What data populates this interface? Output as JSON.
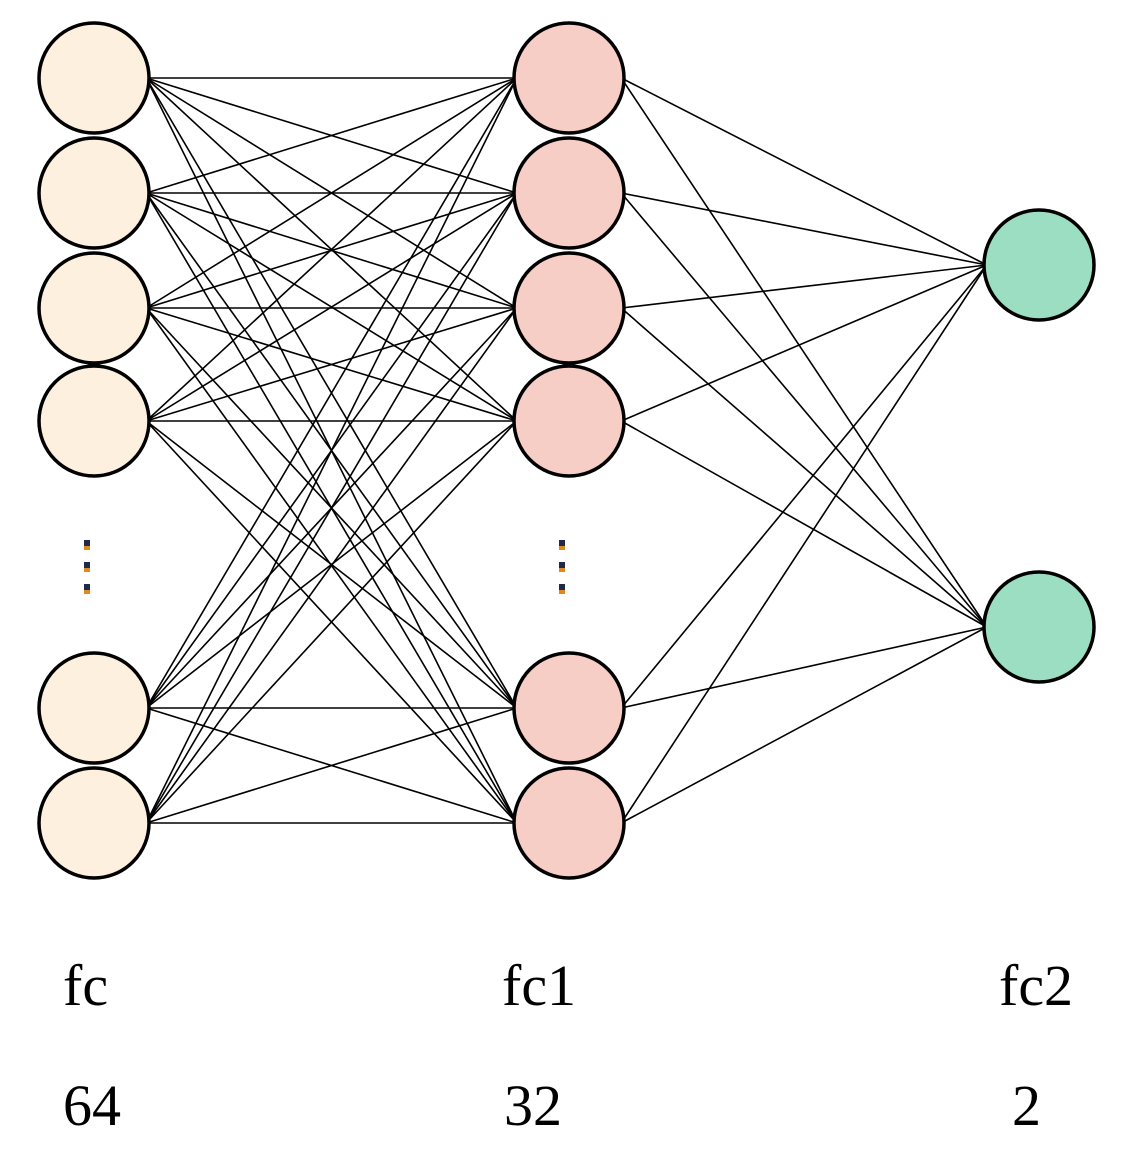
{
  "diagram": {
    "type": "neural-network",
    "layers": [
      {
        "name": "fc",
        "size": "64",
        "fill": "#FDF0DF",
        "visible_neurons": 6,
        "ellipsis": true
      },
      {
        "name": "fc1",
        "size": "32",
        "fill": "#F7CEC5",
        "visible_neurons": 6,
        "ellipsis": true
      },
      {
        "name": "fc2",
        "size": "2",
        "fill": "#9CDEC1",
        "visible_neurons": 2,
        "ellipsis": false
      }
    ],
    "connections": "fully-connected",
    "edge_color": "#000000",
    "ellipsis_dot_colors": [
      "#1F2A4A",
      "#E08A1E"
    ]
  }
}
